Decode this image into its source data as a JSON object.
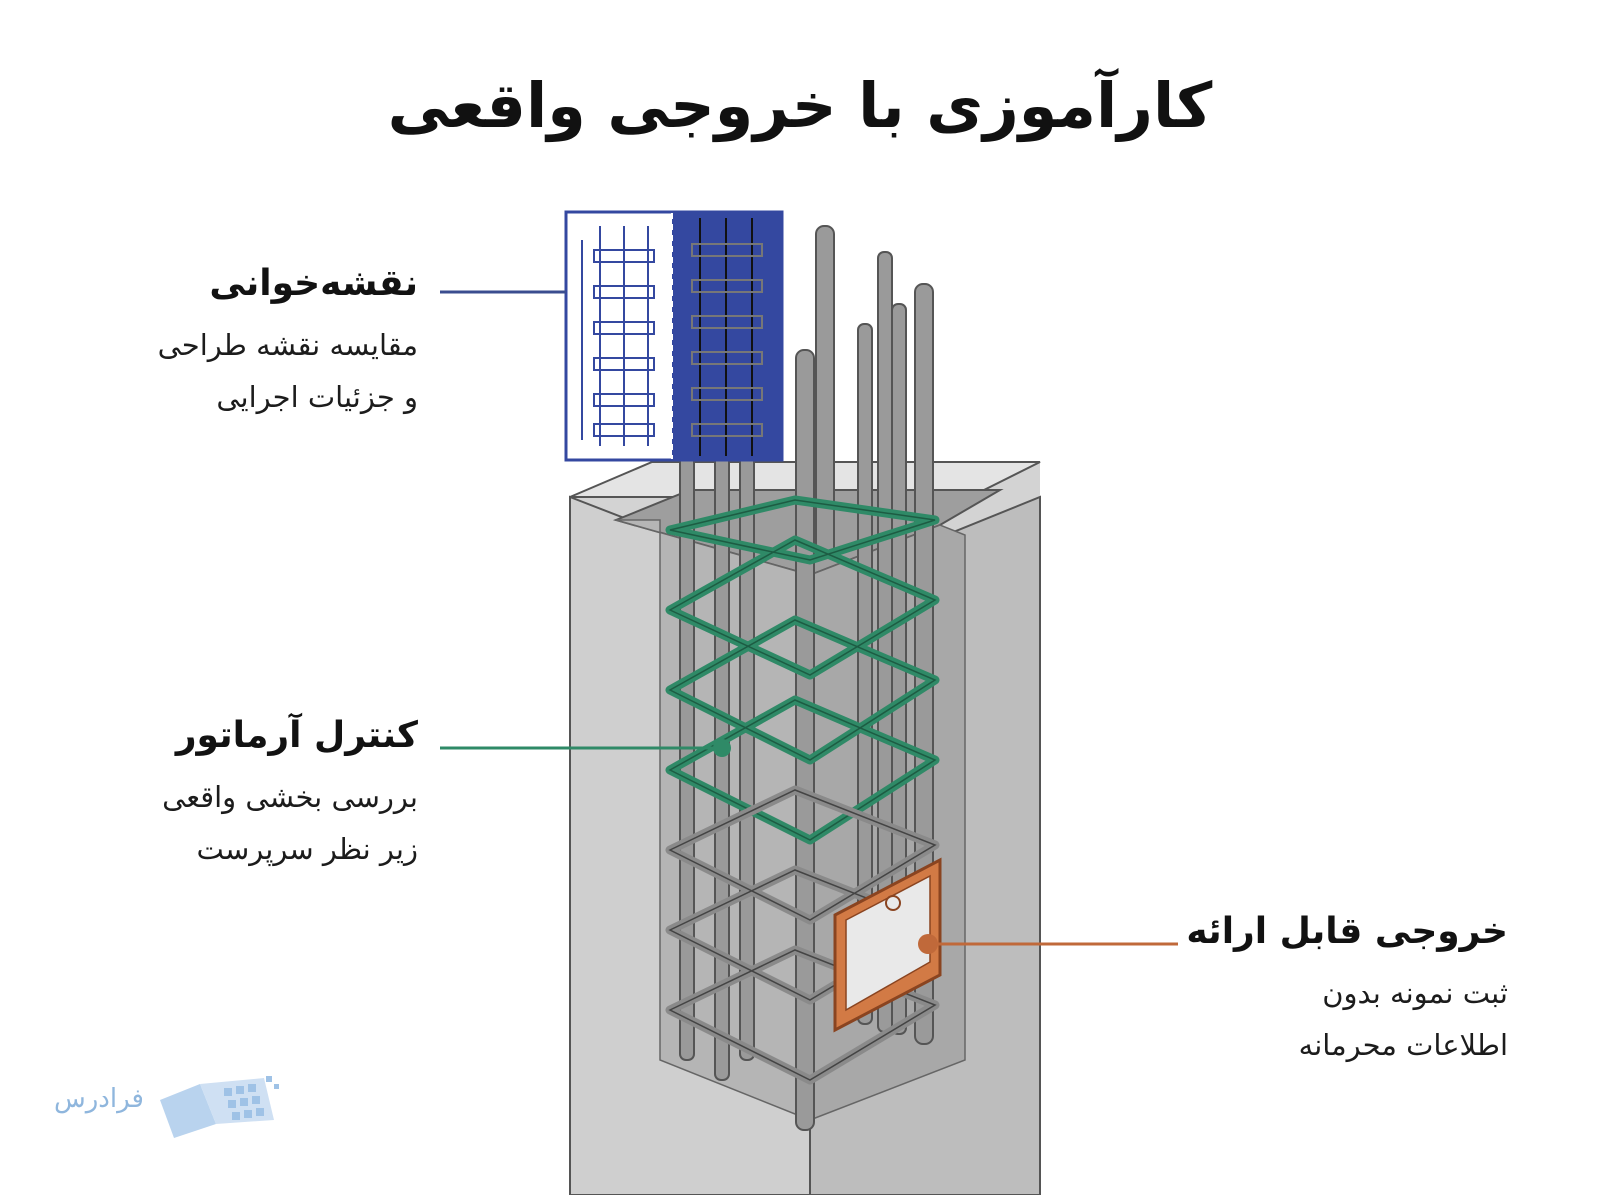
{
  "title": "کارآموزی با خروجی واقعی",
  "labels": {
    "map_reading": {
      "heading": "نقشه‌خوانی",
      "line1": "مقایسه نقشه طراحی",
      "line2": "و جزئیات اجرایی",
      "color": "#3a4d8f"
    },
    "rebar_control": {
      "heading": "کنترل آرماتور",
      "line1": "بررسی بخشی واقعی",
      "line2": "زیر نظر سرپرست",
      "color": "#2f8a67"
    },
    "deliverable_output": {
      "heading": "خروجی قابل ارائه",
      "line1": "ثبت نمونه بدون",
      "line2": "اطلاعات محرمانه",
      "color": "#c0693a"
    }
  },
  "logo": {
    "text": "فرادرس",
    "color": "#8fb6dd"
  },
  "colors": {
    "concrete": "#d3d3d3",
    "rebar": "#8a8a8a",
    "stirrup_green": "#2f8a67",
    "plan_blue": "#3448a0",
    "tag_orange": "#d27a45"
  }
}
